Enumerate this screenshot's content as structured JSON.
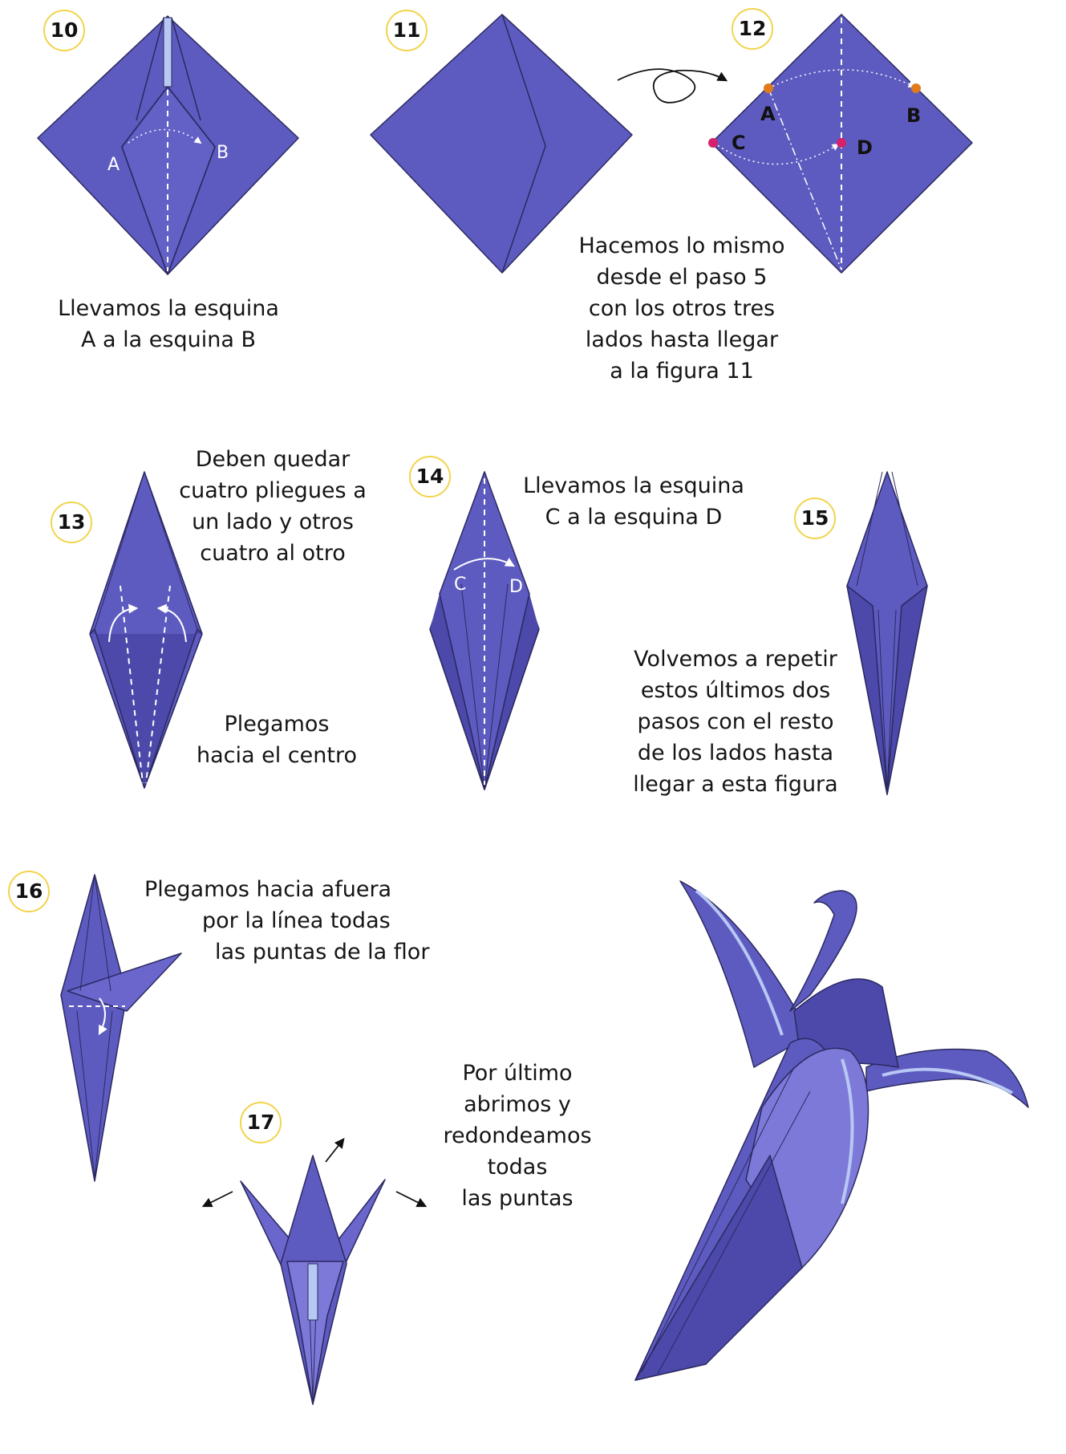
{
  "colors": {
    "paper": "#5e5bc0",
    "paper_light": "#7d79d8",
    "paper_dark": "#3e3b8e",
    "stripe": "#b8c8f4",
    "edge": "#2b2961",
    "ring": "#f2d44c",
    "dot_orange": "#e07a1b",
    "dot_magenta": "#d6206b"
  },
  "steps": [
    {
      "number": "10",
      "text": [
        "Llevamos la esquina",
        "A a la esquina B"
      ],
      "labels": [
        "A",
        "B"
      ]
    },
    {
      "number": "11",
      "text": []
    },
    {
      "number": "12",
      "text": [
        "Hacemos lo mismo",
        "desde el paso 5",
        "con los otros tres",
        "lados hasta llegar",
        "a la figura 11"
      ],
      "labels": [
        "A",
        "B",
        "C",
        "D"
      ]
    },
    {
      "number": "13",
      "text": [
        "Deben quedar",
        "cuatro pliegues a",
        "un lado y otros",
        "cuatro al otro"
      ],
      "text_b": [
        "Plegamos",
        "hacia el centro"
      ]
    },
    {
      "number": "14",
      "text": [
        "Llevamos la esquina",
        "C a la esquina D"
      ],
      "labels": [
        "C",
        "D"
      ]
    },
    {
      "number": "15",
      "text": [
        "Volvemos a repetir",
        "estos últimos dos",
        "pasos con el resto",
        "de los lados hasta",
        "llegar a esta figura"
      ]
    },
    {
      "number": "16",
      "text": [
        "Plegamos hacia afuera",
        "por la línea todas",
        "las puntas de la flor"
      ]
    },
    {
      "number": "17",
      "text": [
        "Por último",
        "abrimos y",
        "redondeamos",
        "todas",
        "las puntas"
      ]
    }
  ]
}
